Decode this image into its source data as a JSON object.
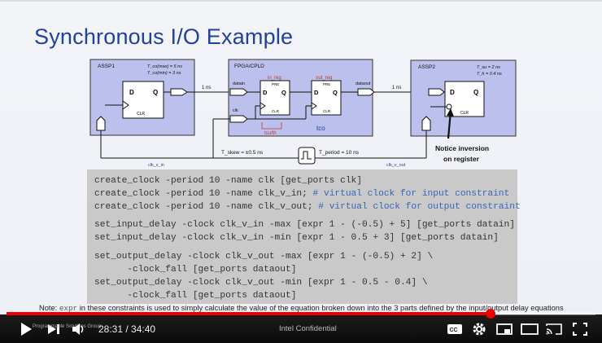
{
  "slide": {
    "title": "Synchronous I/O Example"
  },
  "diagram": {
    "assp1": {
      "label": "ASSP1",
      "t_co_max": "T_co(max) = 5 ns",
      "t_co_min": "T_co(min) = 3 ns"
    },
    "fpga": {
      "label": "FPGA/CPLD",
      "datain": "datain",
      "dataout": "dataout",
      "clk": "clk",
      "in_reg": "in_reg",
      "out_reg": "out_reg",
      "tsu_th": "tsu/th",
      "tco": "tco"
    },
    "assp2": {
      "label": "ASSP2",
      "t_su": "T_su = 2 ns",
      "t_h": "T_h = 0.4 ns"
    },
    "ff": {
      "pre": "PRE",
      "clr": "CLR",
      "d": "D",
      "q": "Q"
    },
    "delay_left": "1 ns",
    "delay_right": "1 ns",
    "clock_skew": "T_skew = ±0.5 ns",
    "clock_period": "T_period = 10 ns",
    "clk_v_in": "clk_v_in",
    "clk_v_out": "clk_v_out",
    "callout_line1": "Notice inversion",
    "callout_line2": "on register"
  },
  "code": {
    "lines": [
      {
        "text": "create_clock -period 10 -name clk [get_ports clk]",
        "comment": ""
      },
      {
        "text": "create_clock -period 10 -name clk_v_in; ",
        "comment": "# virtual clock for input constraint"
      },
      {
        "text": "create_clock -period 10 -name clk_v_out; ",
        "comment": "# virtual clock for output constraint"
      },
      {
        "text": "set_input_delay -clock clk_v_in -max [expr 1 - (-0.5) + 5] [get_ports datain]",
        "comment": ""
      },
      {
        "text": "set_input_delay -clock clk_v_in -min [expr 1 - 0.5 + 3] [get_ports datain]",
        "comment": ""
      },
      {
        "text": "set_output_delay -clock clk_v_out -max [expr 1 - (-0.5) + 2] \\",
        "comment": ""
      },
      {
        "text": "      -clock_fall [get_ports dataout]",
        "comment": ""
      },
      {
        "text": "set_output_delay -clock clk_v_out -min [expr 1 - 0.5 - 0.4] \\",
        "comment": ""
      },
      {
        "text": "      -clock_fall [get_ports dataout]",
        "comment": ""
      }
    ]
  },
  "note": {
    "prefix": "Note:  ",
    "mono": "expr",
    "rest": " in these constraints is used to simply calculate the value of the equation broken down into the 3 parts defined by the input/output delay equations"
  },
  "player": {
    "current_time": "28:31",
    "duration": "34:40",
    "time_display": "28:31 / 34:40",
    "watermark": "Intel Confidential",
    "chapter_text": "Programmable Solutions Group",
    "progress": 0.822,
    "icons": [
      "play-icon",
      "next-icon",
      "volume-icon",
      "cc-icon",
      "settings-icon",
      "miniplayer-icon",
      "theater-icon",
      "cast-icon",
      "fullscreen-icon"
    ],
    "accent": "#ff0000"
  }
}
